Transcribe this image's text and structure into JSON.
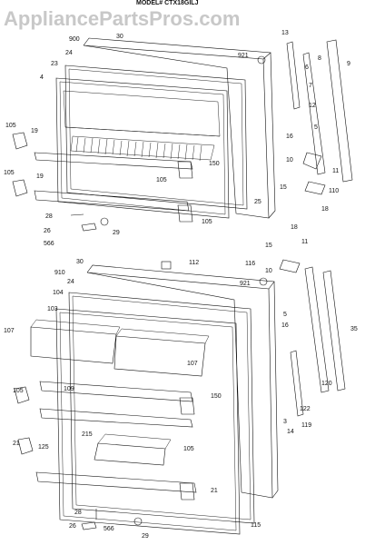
{
  "header_text": "MODEL# CTX18GILJ",
  "watermark": "AppliancePartsPros.com",
  "freezer_callouts": [
    "900",
    "30",
    "24",
    "23",
    "4",
    "921",
    "13",
    "6",
    "8",
    "9",
    "7",
    "12",
    "5",
    "105",
    "19",
    "16",
    "10",
    "150",
    "105",
    "11",
    "19",
    "105",
    "15",
    "110",
    "25",
    "18",
    "28",
    "26",
    "29",
    "566",
    "105"
  ],
  "fresh_callouts": [
    "30",
    "112",
    "910",
    "116",
    "18",
    "15",
    "11",
    "24",
    "10",
    "921",
    "104",
    "103",
    "5",
    "35",
    "107",
    "107",
    "16",
    "105",
    "109",
    "150",
    "120",
    "122",
    "3",
    "14",
    "119",
    "215",
    "105",
    "21",
    "125",
    "21",
    "28",
    "26",
    "566",
    "29",
    "115"
  ]
}
